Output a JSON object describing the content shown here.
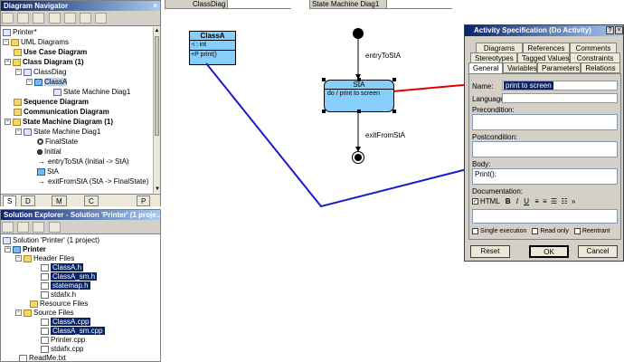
{
  "diagram_navigator": {
    "title": "Diagram Navigator",
    "tree": [
      {
        "label": "Printer*",
        "bold": false
      },
      {
        "label": "UML Diagrams",
        "bold": false
      },
      {
        "label": "Use Case Diagram",
        "bold": true
      },
      {
        "label": "Class Diagram (1)",
        "bold": true
      },
      {
        "label": "ClassDiag",
        "bold": false
      },
      {
        "label": "ClassA",
        "bold": false
      },
      {
        "label": "State Machine Diag1",
        "bold": false
      },
      {
        "label": "Sequence Diagram",
        "bold": true
      },
      {
        "label": "Communication Diagram",
        "bold": true
      },
      {
        "label": "State Machine Diagram (1)",
        "bold": true
      },
      {
        "label": "State Machine Diag1",
        "bold": false
      },
      {
        "label": "FinalState",
        "bold": false
      },
      {
        "label": "Initial",
        "bold": false
      },
      {
        "label": "entryToStA (Initial -> StA)",
        "bold": false
      },
      {
        "label": "StA",
        "bold": false
      },
      {
        "label": "exitFromStA (StA -> FinalState)",
        "bold": false
      }
    ],
    "bottom_tabs": [
      "S",
      "D",
      "M",
      "C",
      "P"
    ]
  },
  "solution_explorer": {
    "title": "Solution Explorer - Solution 'Printer' (1 proje...",
    "tree": [
      {
        "label": "Solution 'Printer' (1 project)"
      },
      {
        "label": "Printer"
      },
      {
        "label": "Header Files"
      },
      {
        "label": "ClassA.h"
      },
      {
        "label": "ClassA_sm.h"
      },
      {
        "label": "statemap.h"
      },
      {
        "label": "stdafx.h"
      },
      {
        "label": "Resource Files"
      },
      {
        "label": "Source Files"
      },
      {
        "label": "ClassA.cpp"
      },
      {
        "label": "ClassA_sm.cpp"
      },
      {
        "label": "Printer.cpp"
      },
      {
        "label": "stdafx.cpp"
      },
      {
        "label": "ReadMe.txt"
      }
    ]
  },
  "diagram_tabs": {
    "class_diag": "ClassDiag",
    "state_diag": "State Machine Diag1"
  },
  "class_box": {
    "name": "ClassA",
    "attribute": "-i : int",
    "operation": "+P print()"
  },
  "state_machine": {
    "transition_in": "entryToStA",
    "state_name": "StA",
    "state_activity": "do / print to screen",
    "transition_out": "exitFromStA"
  },
  "activity_dialog": {
    "title": "Activity Specification (Do Activity)",
    "tabs_row1": [
      "Diagrams",
      "References",
      "Comments"
    ],
    "tabs_row2": [
      "Stereotypes",
      "Tagged Values",
      "Constraints"
    ],
    "tabs_row3": [
      "General",
      "Variables",
      "Parameters",
      "Relations"
    ],
    "name_label": "Name:",
    "name_value": "print to screen",
    "language_label": "Language:",
    "precondition_label": "Precondition:",
    "postcondition_label": "Postcondition:",
    "body_label": "Body:",
    "body_value": "Print();",
    "documentation_label": "Documentation:",
    "doc_toolbar": {
      "html": "HTML",
      "bold": "B",
      "italic": "I",
      "underline": "U"
    },
    "single_execution": "Single execution",
    "read_only": "Read only",
    "reentrant": "Reentrant",
    "reset": "Reset",
    "ok": "OK",
    "cancel": "Cancel"
  },
  "colors": {
    "state_fill": "#87cefa",
    "class_fill": "#87cefa",
    "blue_link": "#1a1acc",
    "red_link": "#e00000",
    "title_dark": "#0a246a"
  }
}
